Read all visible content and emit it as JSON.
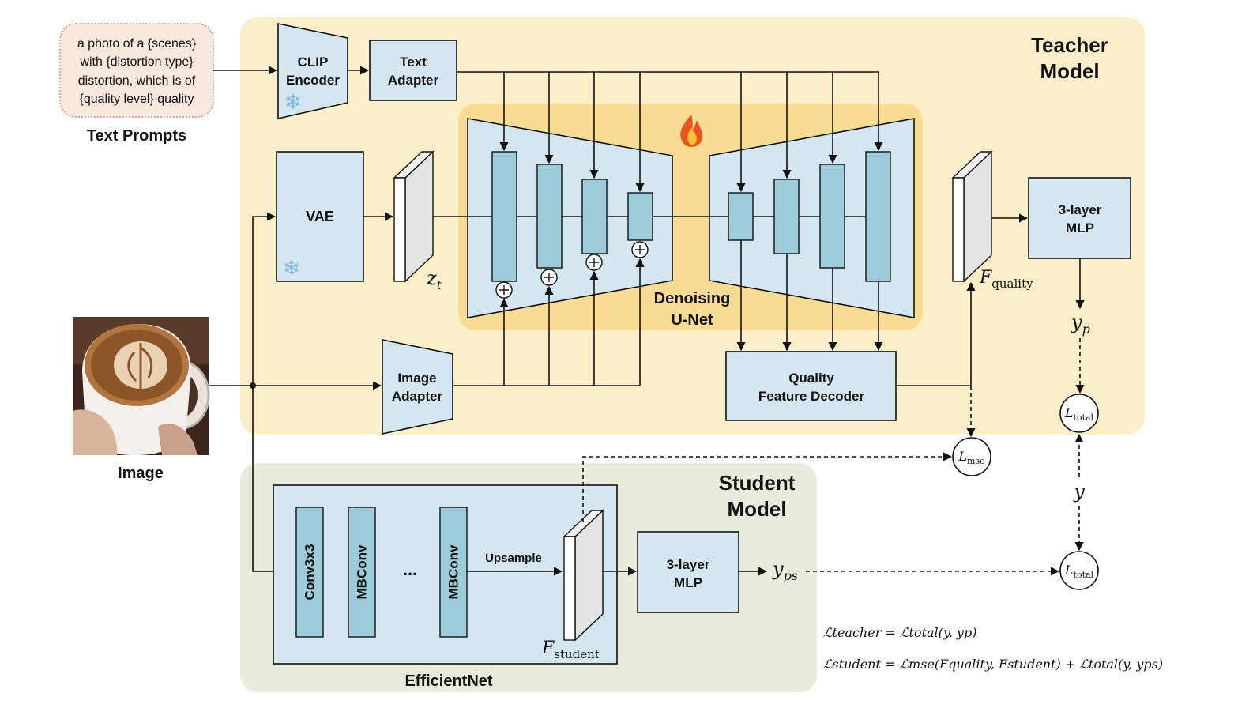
{
  "text_prompts": {
    "lines": [
      "a photo of a {scenes}",
      "with {distortion type}",
      "distortion, which is of",
      "{quality level} quality"
    ],
    "caption": "Text Prompts"
  },
  "teacher": {
    "title_line1": "Teacher",
    "title_line2": "Model",
    "clip_line1": "CLIP",
    "clip_line2": "Encoder",
    "text_adapter_line1": "Text",
    "text_adapter_line2": "Adapter",
    "vae": "VAE",
    "zt_main": "z",
    "zt_sub": "t",
    "unet_line1": "Denoising",
    "unet_line2": "U-Net",
    "image_adapter_line1": "Image",
    "image_adapter_line2": "Adapter",
    "decoder_line1": "Quality",
    "decoder_line2": "Feature Decoder",
    "fquality_main": "F",
    "fquality_sub": "quality",
    "mlp_line1": "3-layer",
    "mlp_line2": "MLP",
    "yp_main": "y",
    "yp_sub": "p",
    "flame_icon": "flame-icon",
    "snowflake_icon": "snowflake-icon"
  },
  "image": {
    "caption": "Image"
  },
  "student": {
    "title_line1": "Student",
    "title_line2": "Model",
    "conv": "Conv3x3",
    "mbconv1": "MBConv",
    "ellipsis": "...",
    "mbconv2": "MBConv",
    "upsample": "Upsample",
    "fstudent_main": "F",
    "fstudent_sub": "student",
    "mlp_line1": "3-layer",
    "mlp_line2": "MLP",
    "yps_main": "y",
    "yps_sub": "ps",
    "backbone": "EfficientNet"
  },
  "losses": {
    "ltotal_main": "L",
    "ltotal_sub": "total",
    "lmse_main": "L",
    "lmse_sub": "mse",
    "y": "y"
  },
  "equations": {
    "teacher": "ℒteacher = ℒtotal(y, yp)",
    "student": "ℒstudent = ℒmse(Fquality, Fstudent) + ℒtotal(y, yps)"
  },
  "colors": {
    "teacher_bg": "#fbeec8",
    "unet_bg": "#f8dc94",
    "student_bg": "#e8ecdc",
    "box_fill": "#d4e6ef",
    "bar_fill": "#9ecbd9",
    "prompt_bg": "#fbe8df"
  }
}
